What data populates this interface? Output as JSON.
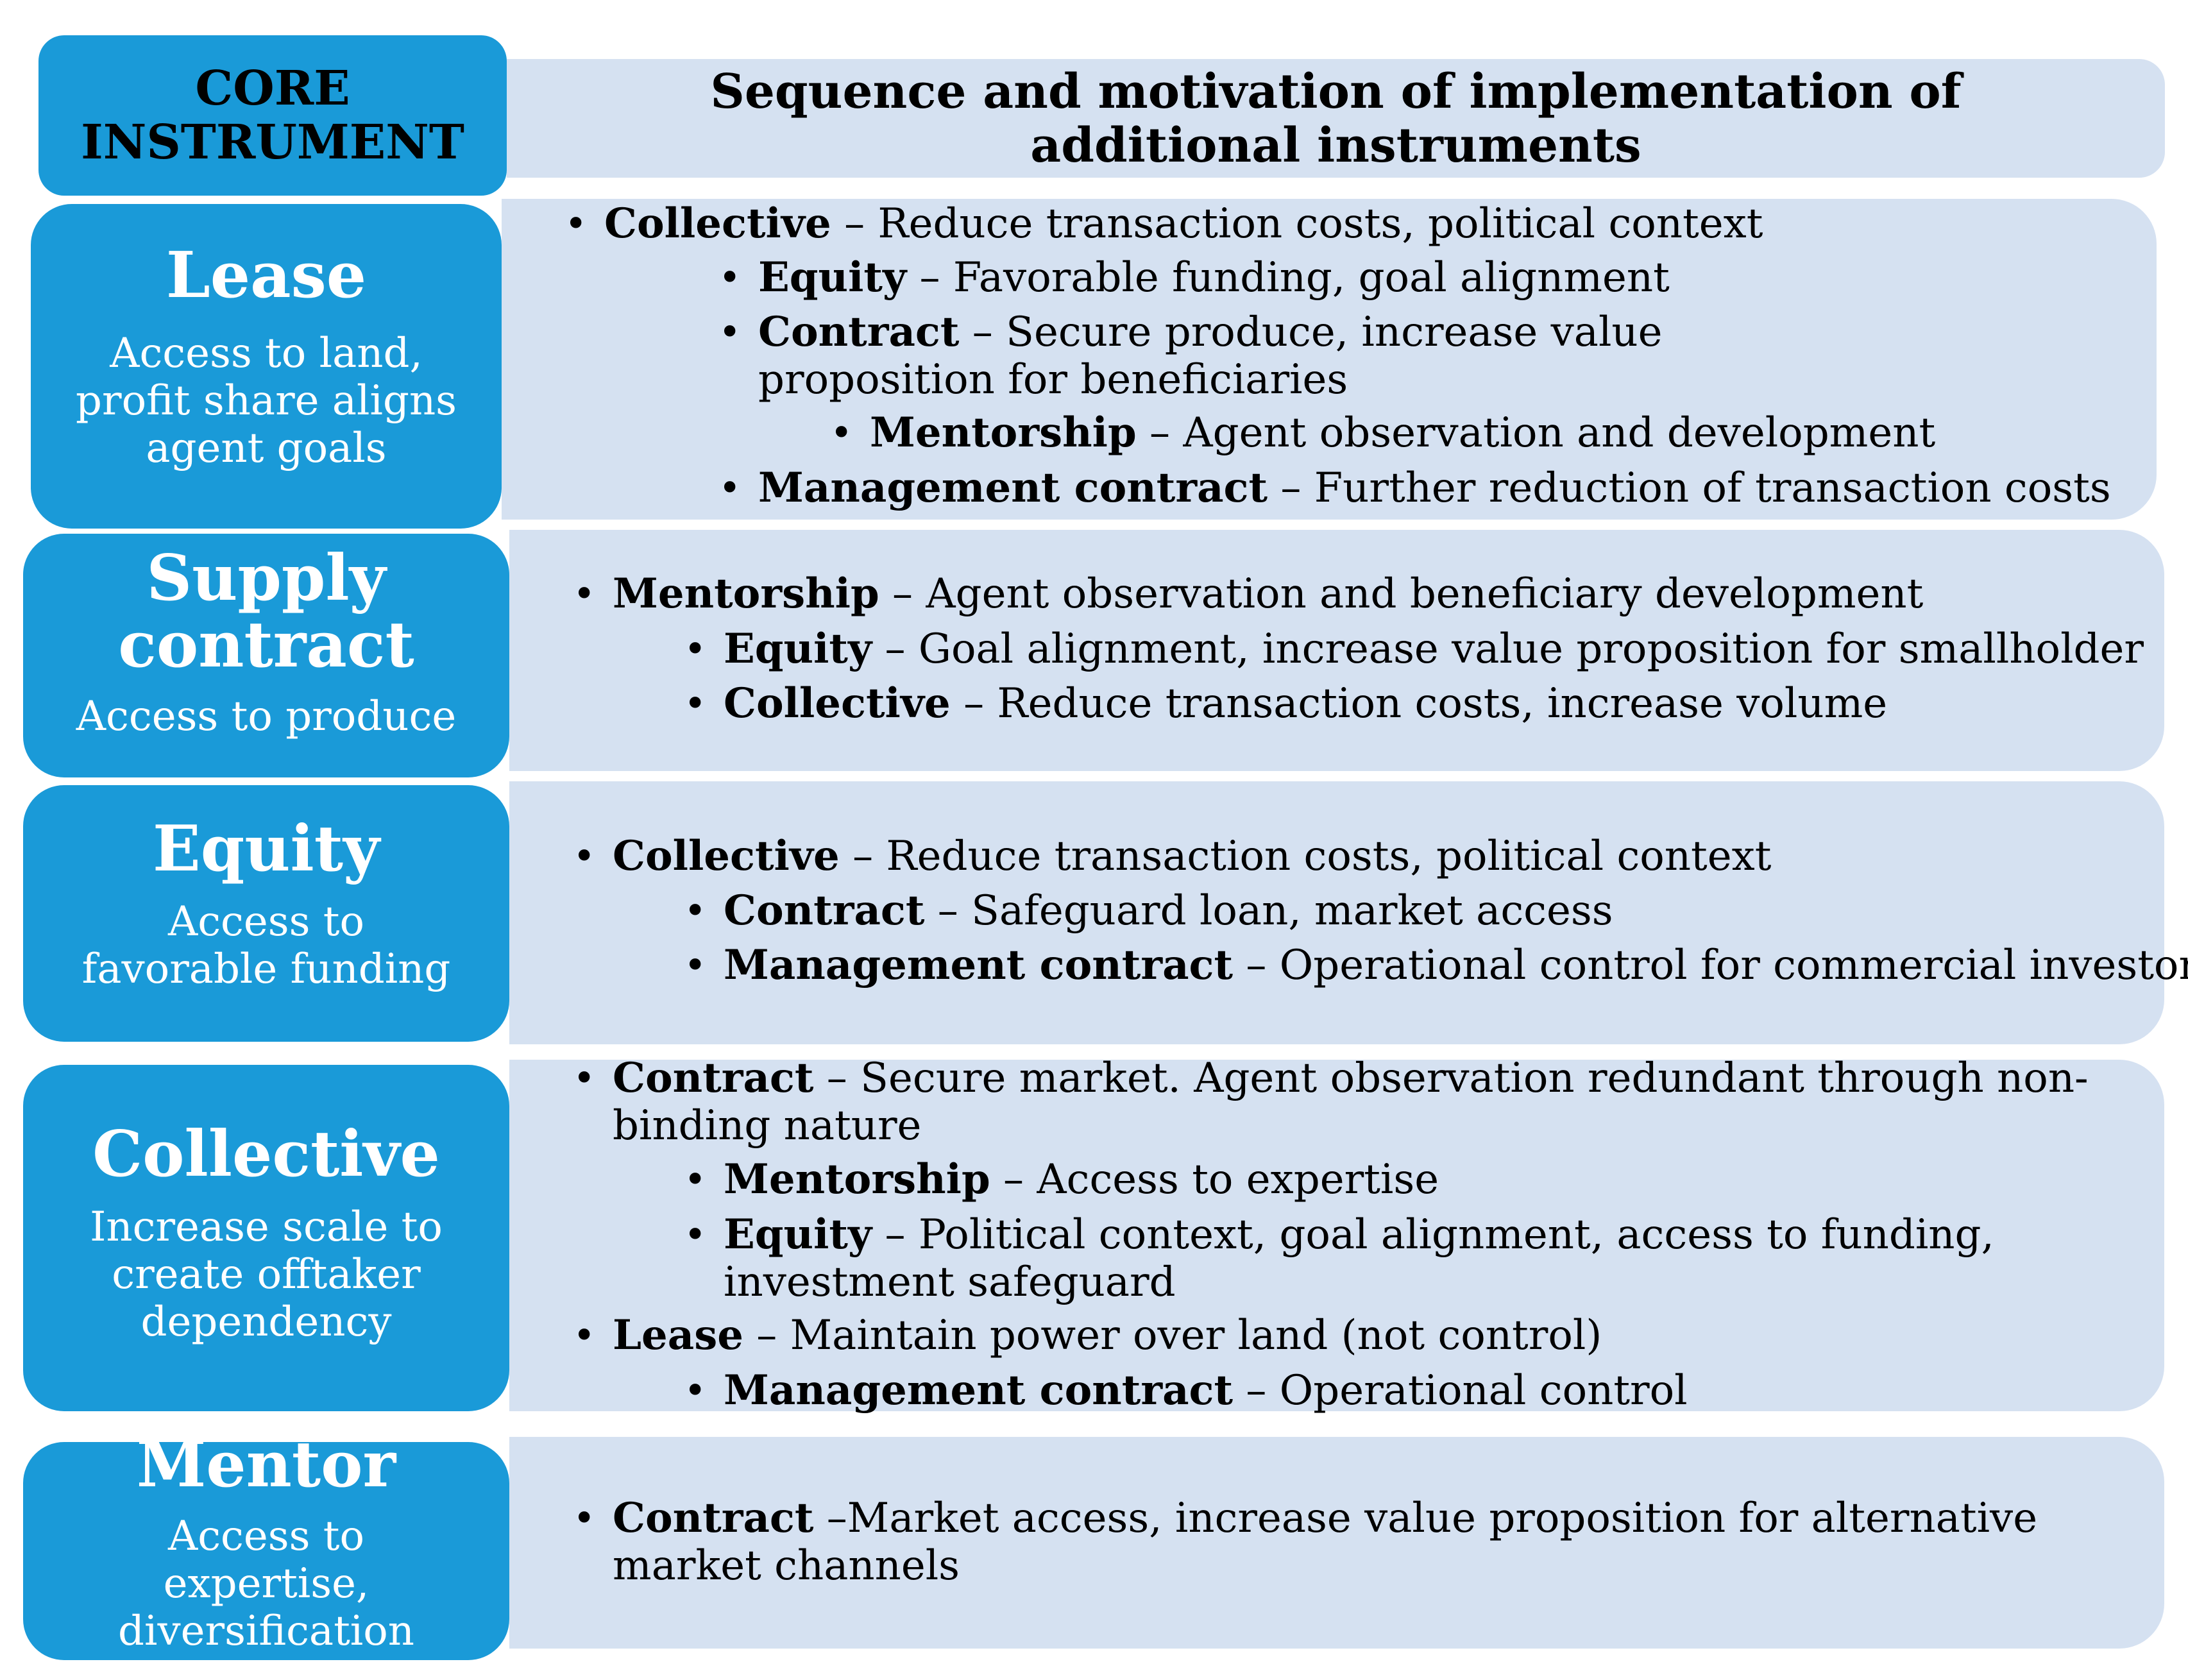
{
  "header": {
    "core_label_line1": "CORE",
    "core_label_line2": "INSTRUMENT",
    "sequence_title": "Sequence and motivation of implementation of additional instruments"
  },
  "rows": [
    {
      "title": "Lease",
      "subtitle": "Access to land, profit share aligns agent goals",
      "items": [
        {
          "level": 1,
          "name": "Collective",
          "sep": " – ",
          "desc": "Reduce transaction costs, political context"
        },
        {
          "level": 2,
          "name": "Equity",
          "sep": " – ",
          "desc": "Favorable funding, goal alignment"
        },
        {
          "level": 2,
          "name": "Contract",
          "sep": " – ",
          "desc": "Secure produce, increase value proposition for beneficiaries"
        },
        {
          "level": 3,
          "name": "Mentorship",
          "sep": " – ",
          "desc": "Agent observation and development"
        },
        {
          "level": 2,
          "name": "Management contract",
          "sep": " – ",
          "desc": "Further reduction of transaction costs"
        }
      ]
    },
    {
      "title": "Supply contract",
      "subtitle": "Access to produce",
      "items": [
        {
          "level": 1,
          "name": "Mentorship",
          "sep": " – ",
          "desc": "Agent observation and beneficiary development"
        },
        {
          "level": 2,
          "name": "Equity",
          "sep": " – ",
          "desc": "Goal alignment, increase value proposition for smallholder"
        },
        {
          "level": 2,
          "name": "Collective",
          "sep": " – ",
          "desc": "Reduce transaction costs, increase volume"
        }
      ]
    },
    {
      "title": "Equity",
      "subtitle": "Access to favorable funding",
      "items": [
        {
          "level": 1,
          "name": "Collective",
          "sep": " – ",
          "desc": "Reduce transaction costs, political context"
        },
        {
          "level": 2,
          "name": "Contract",
          "sep": " – ",
          "desc": "Safeguard loan, market access"
        },
        {
          "level": 2,
          "name": "Management contract",
          "sep": " – ",
          "desc": "Operational control for commercial investor"
        }
      ]
    },
    {
      "title": "Collective",
      "subtitle": "Increase scale to create offtaker dependency",
      "items": [
        {
          "level": 1,
          "name": "Contract",
          "sep": " – ",
          "desc": "Secure market. Agent observation redundant through non-binding nature"
        },
        {
          "level": 2,
          "name": "Mentorship",
          "sep": " – ",
          "desc": "Access to expertise"
        },
        {
          "level": 2,
          "name": "Equity",
          "sep": " – ",
          "desc": "Political context, goal alignment, access to funding, investment safeguard"
        },
        {
          "level": 1,
          "name": "Lease",
          "sep": " – ",
          "desc": "Maintain power over land (not control)"
        },
        {
          "level": 2,
          "name": "Management contract",
          "sep": " – ",
          "desc": "Operational control"
        }
      ]
    },
    {
      "title": "Mentor",
      "subtitle": "Access to expertise, diversification option",
      "items": [
        {
          "level": 1,
          "name": "Contract",
          "sep": " –",
          "desc": "Market access, increase value proposition for alternative market channels"
        }
      ]
    }
  ],
  "colors": {
    "left_box": "#1a9ad8",
    "right_box": "#d5e1f1",
    "title_text": "#000000",
    "left_text": "#ffffff"
  }
}
